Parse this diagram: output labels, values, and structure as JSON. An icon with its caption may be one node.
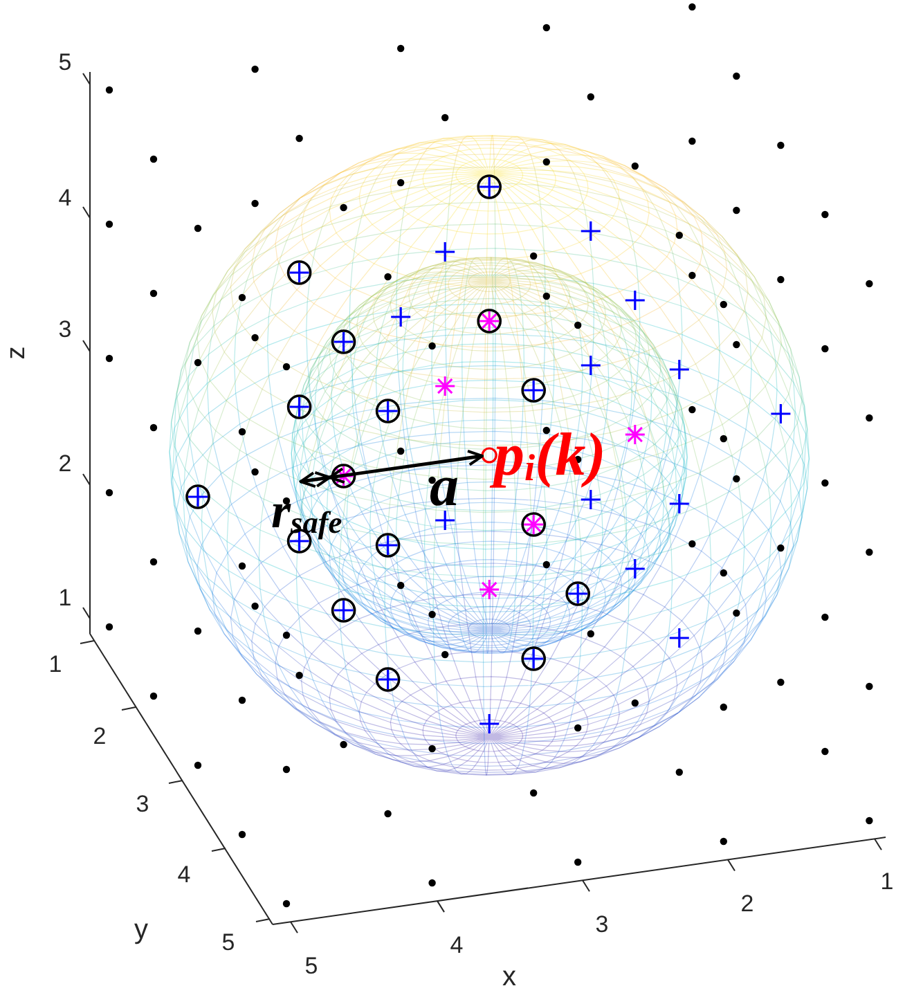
{
  "diagram": {
    "labels": [
      "5",
      "4",
      "3",
      "2",
      "1",
      "z",
      "p$_{i}$(k)",
      "a",
      "r$_{safe}$",
      "1",
      "2",
      "3",
      "4",
      "5",
      "y",
      "5",
      "4",
      "3",
      "2",
      "1",
      "x"
    ]
  }
}
